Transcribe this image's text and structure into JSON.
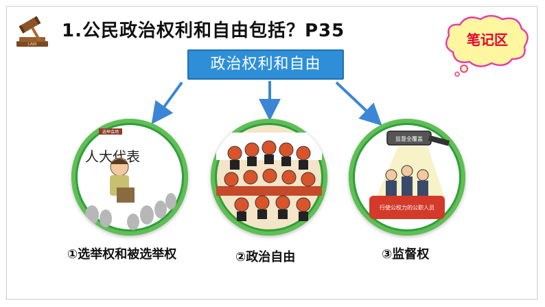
{
  "title": "1.公民政治权利和自由包括？P35",
  "notes_label": "笔记区",
  "center_label": "政治权利和自由",
  "items": [
    {
      "caption": "①选举权和被选举权",
      "image_text": "人大代表",
      "image_sign": "选举会场"
    },
    {
      "caption": "②政治自由"
    },
    {
      "caption": "③监督权",
      "image_sign": "监督全覆盖",
      "image_banner": "行使公权力的公职人员"
    }
  ],
  "gavel_text": "LAW",
  "colors": {
    "accent": "#2e8fd8",
    "notes": "#e8002d",
    "circle": "#2f9e3a"
  }
}
